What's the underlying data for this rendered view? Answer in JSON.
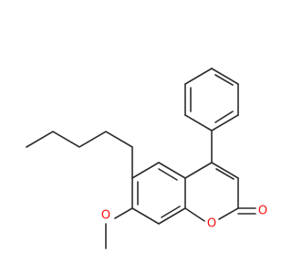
{
  "structure": {
    "atoms": [
      {
        "id": "o_ether",
        "symbol": "O",
        "color": "#ff0d0d"
      },
      {
        "id": "o_ring",
        "symbol": "O",
        "color": "#ff0d0d"
      },
      {
        "id": "o_carbonyl",
        "symbol": "O",
        "color": "#ff0d0d"
      }
    ],
    "bond_color": "#2b2b2b"
  }
}
